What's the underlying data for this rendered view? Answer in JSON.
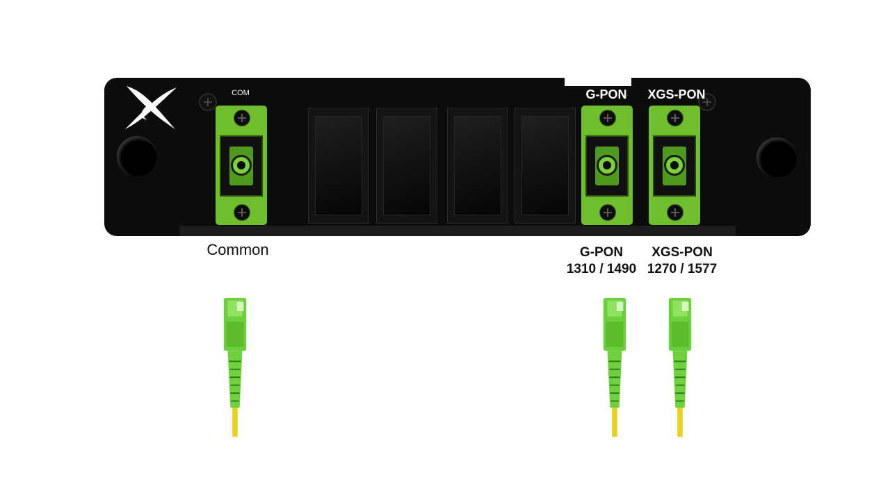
{
  "panel": {
    "ports": {
      "com_label": "COM",
      "gpon_label": "G-PON",
      "xgspon_label": "XGS-PON"
    }
  },
  "captions": {
    "common": "Common",
    "gpon_name": "G-PON",
    "gpon_wavelengths": "1310 / 1490",
    "xgspon_name": "XGS-PON",
    "xgspon_wavelengths": "1270 / 1577"
  },
  "colors": {
    "panel": "#0c0c0c",
    "adapter_green": "#6fbe2d",
    "cable_yellow": "#e8d21c",
    "text_dark": "#111111"
  },
  "icons": [
    "brand-logo-icon",
    "mount-hole-icon",
    "screw-icon",
    "sc-apc-connector-icon"
  ]
}
